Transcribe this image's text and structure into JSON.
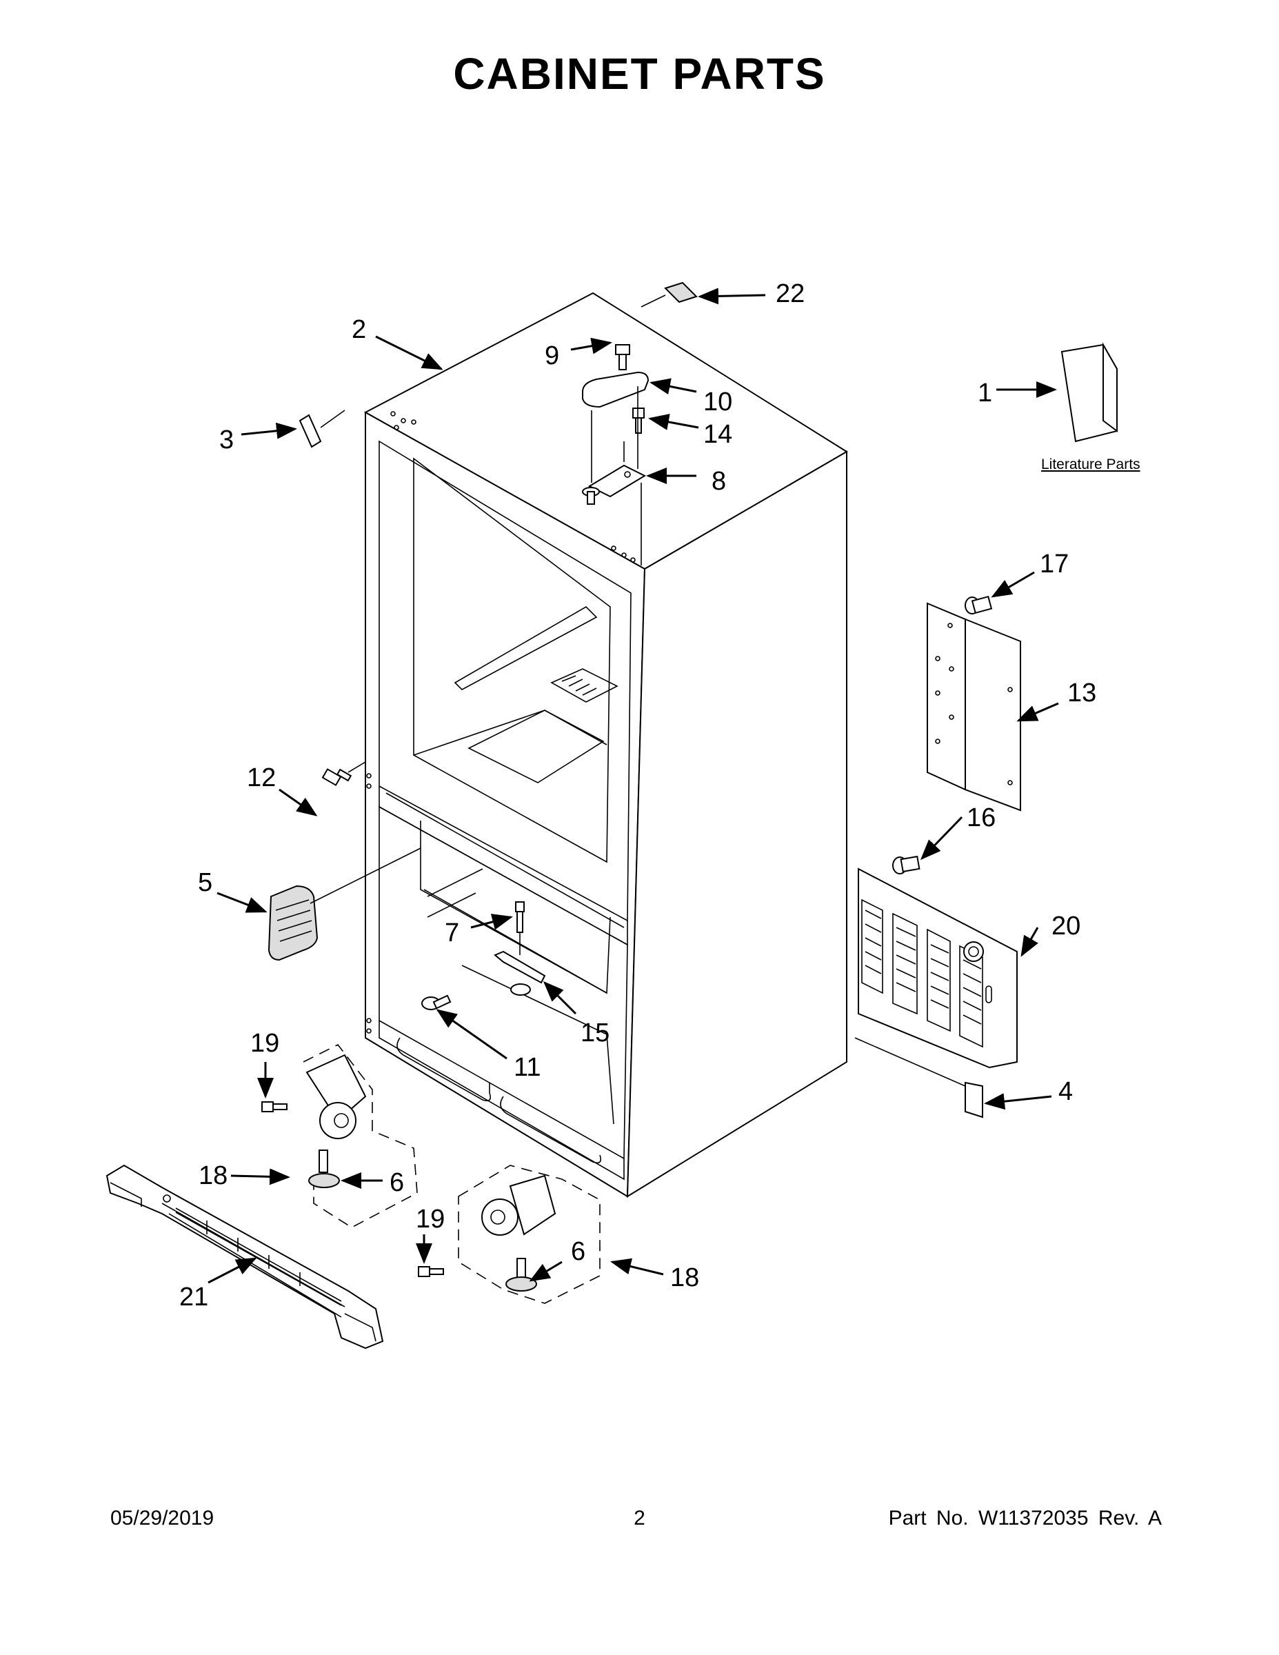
{
  "title": "CABINET PARTS",
  "literature_caption": "Literature Parts",
  "callouts": {
    "c1": "1",
    "c2": "2",
    "c3": "3",
    "c4": "4",
    "c5": "5",
    "c6a": "6",
    "c6b": "6",
    "c7": "7",
    "c8": "8",
    "c9": "9",
    "c10": "10",
    "c11": "11",
    "c12": "12",
    "c13": "13",
    "c14": "14",
    "c15": "15",
    "c16": "16",
    "c17": "17",
    "c18a": "18",
    "c18b": "18",
    "c19a": "19",
    "c19b": "19",
    "c20": "20",
    "c21": "21",
    "c22": "22"
  },
  "footer": {
    "date": "05/29/2019",
    "page": "2",
    "part": "Part No.  W11372035  Rev.  A"
  }
}
